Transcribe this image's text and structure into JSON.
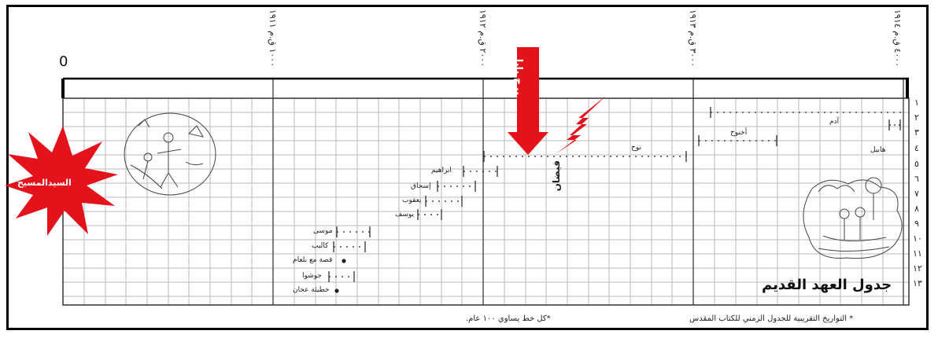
{
  "axis": {
    "zero_label": "0",
    "tick_labels": [
      "٤٠٠٠ ق.م ١٩١٤",
      "٣٠٠٠ ق.م ١٩١٣",
      "٢٠٠٠ ق.م ١٩١٢",
      "١٠٠٠ ق.م ١٩١١"
    ]
  },
  "row_numbers": [
    "١",
    "٢",
    "٣",
    "٤",
    "٥",
    "٦",
    "٧",
    "٨",
    "٩",
    "١٠",
    "١١",
    "١٢",
    "١٣"
  ],
  "events": {
    "adam": "آدم",
    "abel": "هابيل",
    "enoch": "أخنوخ",
    "noah": "نوح",
    "abraham": "ابراهيم",
    "isaac": "إسحاق",
    "jacob": "يعقوب",
    "joseph": "يوسف",
    "moses": "موسى",
    "caleb": "كاليب",
    "balaam": "قصة مع بلعام",
    "joshua": "جوشوا",
    "achan": "خطيئة عخان"
  },
  "markers": {
    "babel": "برج بابل",
    "flood": "فيضان",
    "jesus": "السيدالمسيح"
  },
  "title": "جدول العهد القديم",
  "footnotes": {
    "left": "*كل خط يساوي ١٠٠ عام.",
    "right": "* التواريخ التقريبية للجدول الزمني للكتاب المقدس"
  },
  "colors": {
    "accent_red": "#e3121b",
    "grid": "#b9b9b9"
  }
}
